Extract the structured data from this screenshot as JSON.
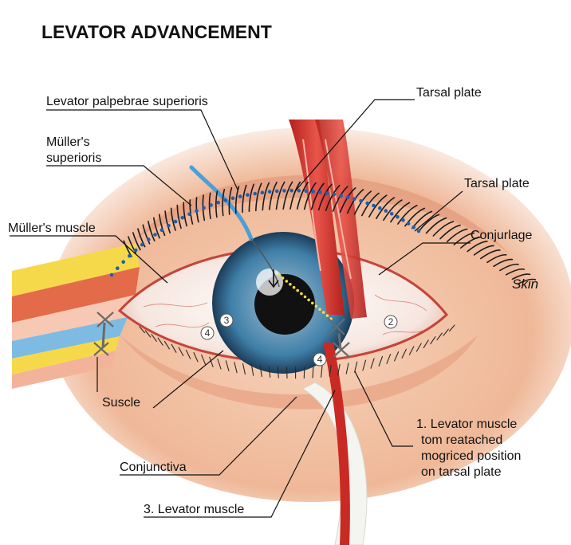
{
  "title": "LEVATOR ADVANCEMENT",
  "labels": {
    "levator_palpebrae": "Levator palpebrae superioris",
    "mullers_superioris_line1": "Müller's",
    "mullers_superioris_line2": "superioris",
    "mullers_muscle": "Müller's muscle",
    "tarsal_plate_top": "Tarsal plate",
    "tarsal_plate_right": "Tarsal plate",
    "conjurlage": "Conjurlage",
    "skin": "Skin",
    "suscle": "Suscle",
    "conjunctiva": "Conjunctiva",
    "levator_muscle_3": "3. Levator muscle",
    "levator_muscle_1_line1": "1. Levator muscle",
    "levator_muscle_1_line2": "tom reatached",
    "levator_muscle_1_line3": "mogriced position",
    "levator_muscle_1_line4": "on tarsal plate"
  },
  "markers": {
    "m4_left": "4",
    "m3": "3",
    "m4_lower": "4",
    "m2": "2"
  },
  "colors": {
    "skin": "#f4c3a6",
    "skin_dark": "#d98a6b",
    "sclera": "#f8f1ec",
    "iris": "#3f7fa8",
    "muscle": "#d8352e",
    "tendon": "#f1f1ee",
    "fat": "#f6d94a",
    "suture_dots": "#1f5fa8",
    "vein": "#4a9fd8"
  }
}
